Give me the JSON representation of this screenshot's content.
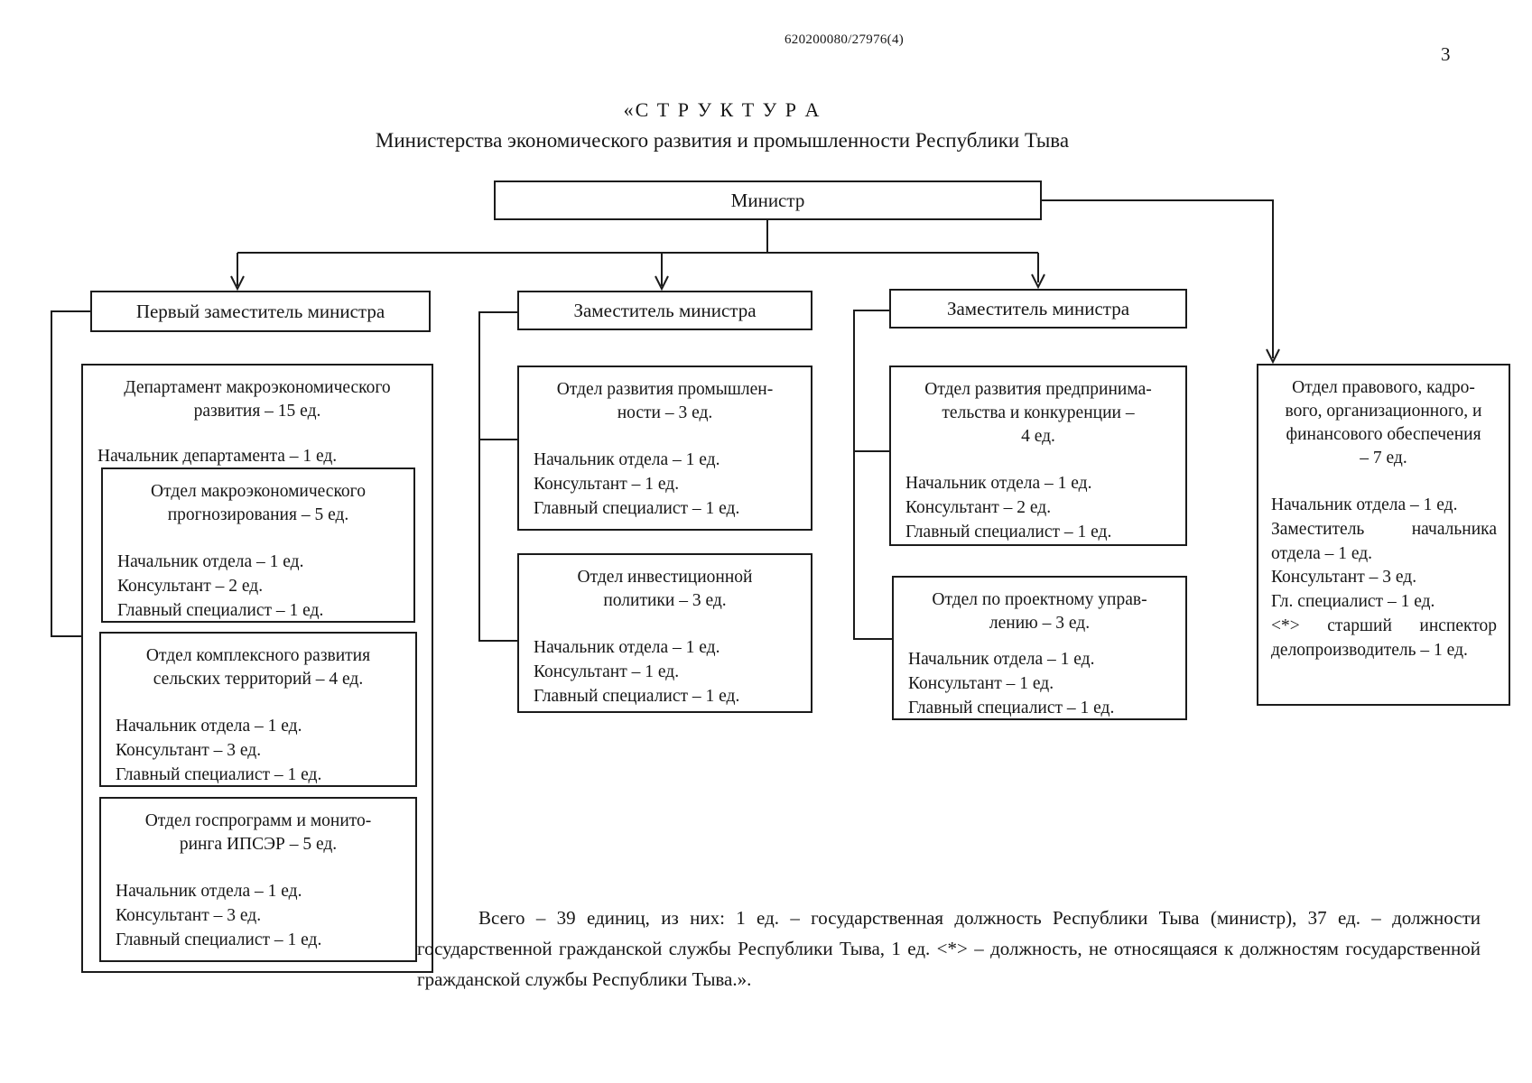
{
  "page": {
    "doc_number": "620200080/27976(4)",
    "page_number": "3",
    "title_line1": "«С Т Р У К Т У Р А",
    "title_line2": "Министерства экономического развития и промышленности Республики Тыва",
    "footnote": "Всего – 39 единиц, из них: 1 ед. – государственная должность Республики Тыва (министр), 37 ед. – должности государственной гражданской службы Республики Тыва, 1 ед. <*> – должность, не относящаяся к должностям государственной гражданской службы Республики Тыва.»."
  },
  "minister": {
    "label": "Министр"
  },
  "deputies": {
    "first": {
      "label": "Первый заместитель министра"
    },
    "second": {
      "label": "Заместитель министра"
    },
    "third": {
      "label": "Заместитель министра"
    }
  },
  "department": {
    "title_lines": [
      "Департамент макроэкономического",
      "развития – 15 ед."
    ],
    "head": "Начальник департамента – 1 ед.",
    "units": [
      {
        "title_lines": [
          "Отдел макроэкономического",
          "прогнозирования – 5 ед."
        ],
        "staff": [
          "Начальник отдела – 1 ед.",
          "Консультант – 2 ед.",
          "Главный специалист – 1 ед."
        ]
      },
      {
        "title_lines": [
          "Отдел комплексного развития",
          "сельских территорий – 4 ед."
        ],
        "staff": [
          "Начальник отдела – 1 ед.",
          "Консультант – 3 ед.",
          "Главный специалист – 1 ед."
        ]
      },
      {
        "title_lines": [
          "Отдел госпрограмм и монито-",
          "ринга ИПСЭР – 5 ед."
        ],
        "staff": [
          "Начальник отдела – 1 ед.",
          "Консультант – 3 ед.",
          "Главный специалист – 1 ед."
        ]
      }
    ]
  },
  "industry_units": [
    {
      "title_lines": [
        "Отдел развития промышлен-",
        "ности – 3 ед."
      ],
      "staff": [
        "Начальник отдела – 1 ед.",
        "Консультант – 1 ед.",
        "Главный специалист – 1 ед."
      ]
    },
    {
      "title_lines": [
        "Отдел инвестиционной",
        "политики – 3 ед."
      ],
      "staff": [
        "Начальник отдела – 1 ед.",
        "Консультант – 1 ед.",
        "Главный специалист – 1 ед."
      ]
    }
  ],
  "entrepreneurship_units": [
    {
      "title_lines": [
        "Отдел развития предпринима-",
        "тельства и конкуренции –",
        "4 ед."
      ],
      "staff": [
        "Начальник отдела – 1 ед.",
        "Консультант – 2 ед.",
        "Главный специалист – 1 ед."
      ]
    },
    {
      "title_lines": [
        "Отдел по проектному управ-",
        "лению – 3 ед."
      ],
      "staff": [
        "Начальник отдела – 1 ед.",
        "Консультант – 1 ед.",
        "Главный специалист – 1 ед."
      ]
    }
  ],
  "legal_unit": {
    "title_lines": [
      "Отдел правового, кадро-",
      "вого, организационного, и",
      "финансового обеспечения",
      "– 7 ед."
    ],
    "staff": [
      "Начальник отдела – 1 ед.",
      "Заместитель начальника отдела – 1 ед.",
      "Консультант – 3 ед.",
      "Гл. специалист – 1 ед.",
      "<*> старший инспектор делопроизводитель – 1 ед."
    ]
  },
  "colors": {
    "ink": "#1b1b1b",
    "paper": "#ffffff"
  }
}
